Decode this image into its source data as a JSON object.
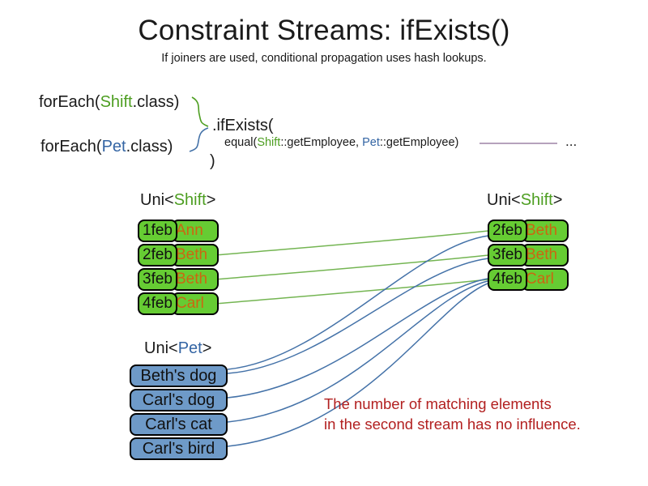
{
  "title": "Constraint Streams: ifExists()",
  "subtitle": "If joiners are used, conditional propagation uses hash lookups.",
  "code": {
    "foreach_shift_pre": "forEach(",
    "foreach_shift_type": "Shift",
    "foreach_shift_post": ".class)",
    "foreach_pet_pre": "forEach(",
    "foreach_pet_type": "Pet",
    "foreach_pet_post": ".class)",
    "if_exists": ".ifExists(",
    "equal_pre": "equal(",
    "equal_type1": "Shift",
    "equal_mid": "::getEmployee, ",
    "equal_type2": "Pet",
    "equal_post": "::getEmployee)",
    "close_paren": ")",
    "ellipsis": "..."
  },
  "tables": {
    "left_shift": {
      "label_pre": "Uni<",
      "label_type": "Shift",
      "label_post": ">",
      "rows": [
        {
          "date": "1feb",
          "name": "Ann"
        },
        {
          "date": "2feb",
          "name": "Beth"
        },
        {
          "date": "3feb",
          "name": "Beth"
        },
        {
          "date": "4feb",
          "name": "Carl"
        }
      ]
    },
    "right_shift": {
      "label_pre": "Uni<",
      "label_type": "Shift",
      "label_post": ">",
      "rows": [
        {
          "date": "2feb",
          "name": "Beth"
        },
        {
          "date": "3feb",
          "name": "Beth"
        },
        {
          "date": "4feb",
          "name": "Carl"
        }
      ]
    },
    "pets": {
      "label_pre": "Uni<",
      "label_type": "Pet",
      "label_post": ">",
      "rows": [
        {
          "name": "Beth's dog"
        },
        {
          "name": "Carl's dog"
        },
        {
          "name": "Carl's cat"
        },
        {
          "name": "Carl's bird"
        }
      ]
    }
  },
  "note": {
    "line1": "The number of matching elements",
    "line2": "in the second stream has no influence."
  },
  "colors": {
    "shift_green": "#4d9e21",
    "pet_blue": "#3465a4",
    "box_green": "#66cc33",
    "box_blue": "#6e9ac8",
    "name_orange": "#cc6611",
    "line_green": "#74b552",
    "line_blue": "#4472a8",
    "line_purple": "#8a6a94",
    "note_red": "#b22020"
  }
}
